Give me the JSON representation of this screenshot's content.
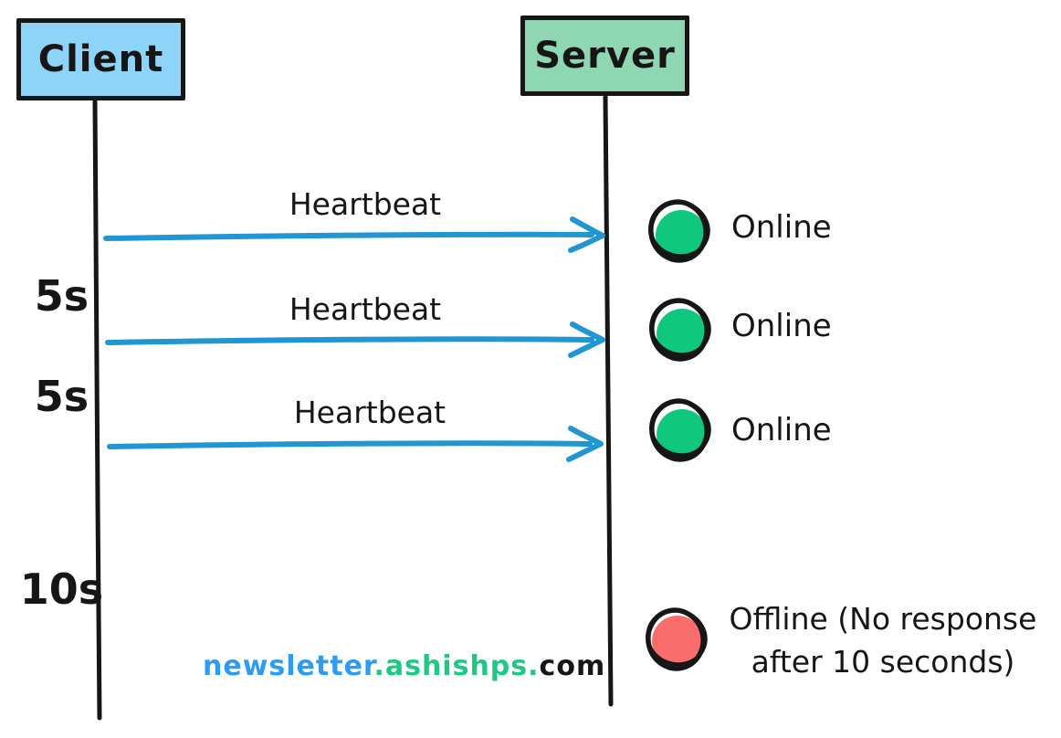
{
  "diagram": {
    "actors": [
      {
        "id": "client",
        "label": "Client",
        "fill": "#8ed4f8"
      },
      {
        "id": "server",
        "label": "Server",
        "fill": "#8fd6b3"
      }
    ],
    "messages": [
      {
        "label": "Heartbeat",
        "status": "Online"
      },
      {
        "label": "Heartbeat",
        "status": "Online"
      },
      {
        "label": "Heartbeat",
        "status": "Online"
      }
    ],
    "intervals": [
      "5s",
      "5s",
      "10s"
    ],
    "offline": {
      "line1": "Offline (No response",
      "line2": "after 10 seconds)"
    },
    "colors": {
      "client_fill": "#8ed4f8",
      "server_fill": "#8fd6b3",
      "arrow_blue": "#2196d3",
      "online_green": "#10c87d",
      "offline_red": "#fa6d6d",
      "ink": "#161616",
      "footer_blue": "#2e9cf4",
      "footer_green": "#1ec983"
    }
  },
  "footer": {
    "part_blue": "newsletter",
    "part_green": ".ashishps.",
    "part_black": "com"
  }
}
